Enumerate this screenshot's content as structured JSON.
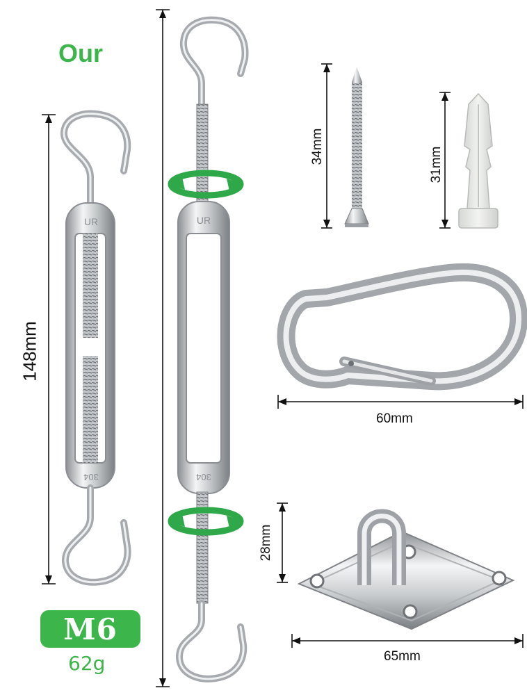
{
  "labels": {
    "our": "Our",
    "size_badge": "M6",
    "weight": "62g",
    "turnbuckle_length": "148mm",
    "screw_length": "34mm",
    "anchor_length": "31mm",
    "carabiner_length": "60mm",
    "pad_eye_height": "28mm",
    "pad_eye_width": "65mm"
  },
  "engraving": {
    "top_mark": "UR",
    "bottom_mark": "304"
  },
  "colors": {
    "accent_green": "#3cb54a",
    "metal": "#b9bcbf"
  },
  "icons": [
    "rotate-arrow-icon",
    "rotate-arrow-icon"
  ]
}
